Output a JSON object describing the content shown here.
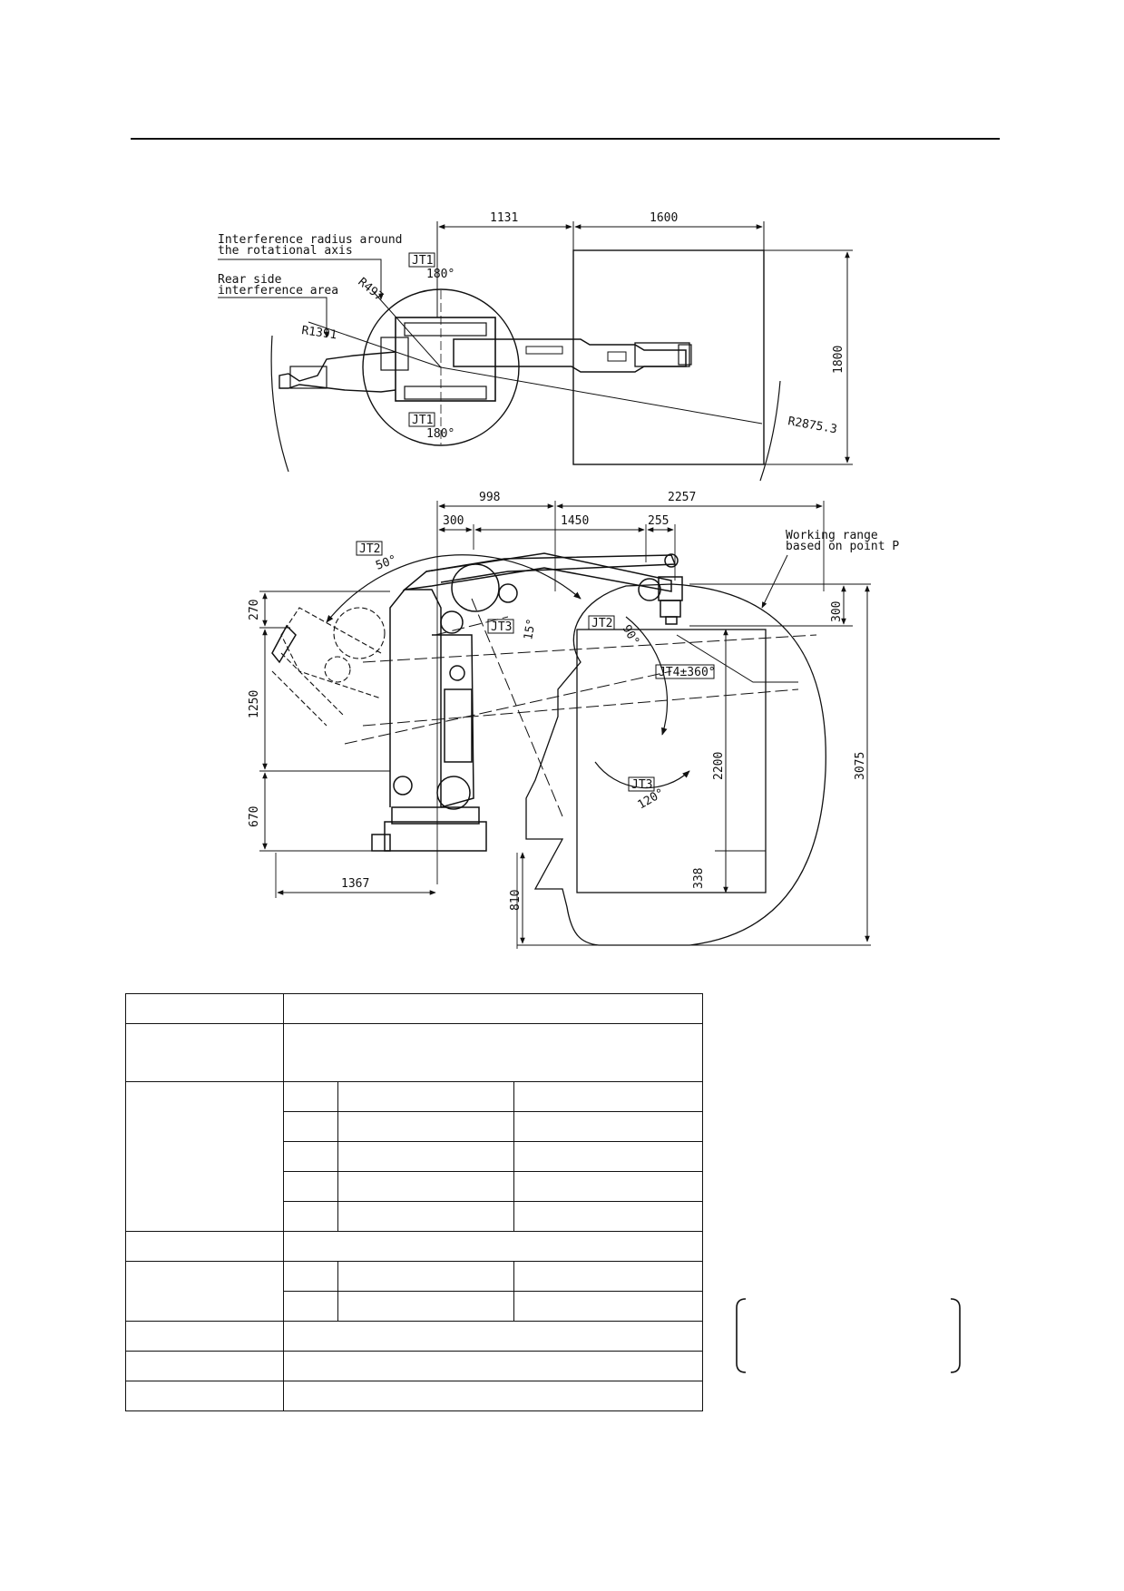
{
  "top_view": {
    "labels": {
      "interference_radius": [
        "Interference radius around",
        "the rotational axis"
      ],
      "rear_side": [
        "Rear side",
        "interference area"
      ],
      "jt1": "JT1",
      "jt1_angle": "180°"
    },
    "dims": {
      "d1131": "1131",
      "d1600": "1600",
      "d1800": "1800",
      "r497": "R497",
      "r1391": "R1391",
      "r2875": "R2875.3"
    }
  },
  "side_view": {
    "labels": {
      "working_range": [
        "Working range",
        "based on point P"
      ],
      "jt2": "JT2",
      "jt2_angle": "50°",
      "jt2_angle2": "90°",
      "jt3": "JT3",
      "jt3_angle": "15°",
      "jt3_angle2": "120°",
      "jt4": "JT4±360°"
    },
    "dims": {
      "d998": "998",
      "d2257": "2257",
      "d300a": "300",
      "d1450": "1450",
      "d255": "255",
      "d270": "270",
      "d1250": "1250",
      "d670": "670",
      "d1367": "1367",
      "d300b": "300",
      "d2200": "2200",
      "d338": "338",
      "d3075": "3075",
      "d810": "810"
    }
  }
}
